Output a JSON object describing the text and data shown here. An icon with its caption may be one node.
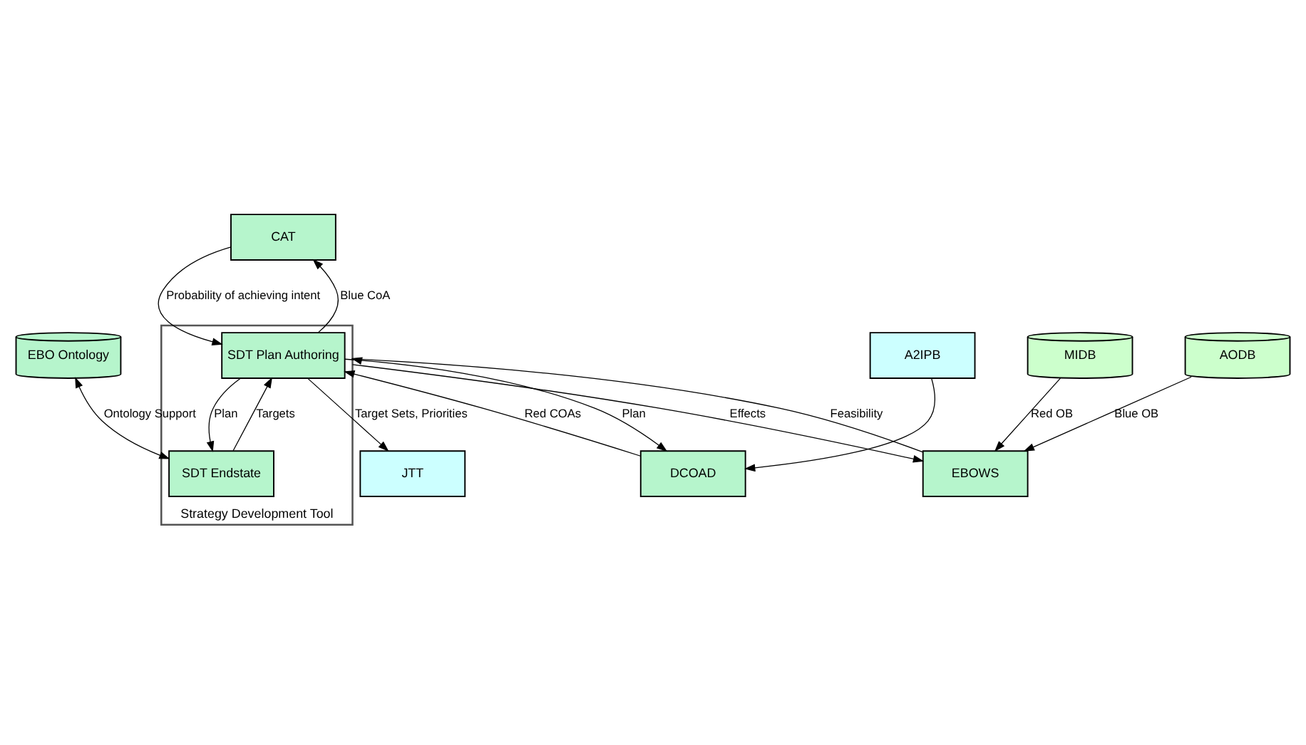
{
  "diagram": {
    "nodes": [
      {
        "text": [
          "JTT"
        ]
      },
      {
        "text": [
          "CAT"
        ]
      },
      {
        "text": [
          "Strategy Development Tool"
        ]
      },
      {
        "text": [
          "SDT Plan Authoring"
        ],
        "in": 2
      },
      {
        "text": [
          "SDT Endstate"
        ],
        "in": 2
      },
      {
        "text": [
          "A2IPB"
        ]
      },
      {
        "text": [
          "DCOAD"
        ]
      },
      {
        "text": [
          "EBOWS"
        ]
      },
      {
        "text": [
          "EBO Ontology"
        ]
      },
      {
        "text": [
          "MIDB"
        ]
      },
      {
        "text": [
          "AODB"
        ]
      }
    ],
    "edges": [
      {
        "from": 3,
        "to": 0,
        "arrow": "to",
        "label": "Target Sets, Priorities"
      },
      {
        "from": 3,
        "to": 1,
        "arrow": "to",
        "label": "Blue CoA"
      },
      {
        "from": 1,
        "to": 3,
        "arrow": "to",
        "label": "Probability of achieving intent"
      },
      {
        "from": 5,
        "to": 6,
        "arrow": "to"
      },
      {
        "from": 6,
        "to": 3,
        "arrow": "to",
        "label": "Red COAs"
      },
      {
        "from": 3,
        "to": 6,
        "arrow": "to",
        "label": "Plan"
      },
      {
        "from": 2,
        "to": 7,
        "arrow": "to",
        "label": "Effects"
      },
      {
        "from": 7,
        "to": 2,
        "arrow": "to",
        "label": "Feasibility"
      },
      {
        "from": 3,
        "to": 4,
        "arrow": "to",
        "label": "Plan"
      },
      {
        "from": 4,
        "to": 3,
        "arrow": "to",
        "label": "Targets"
      },
      {
        "from": 8,
        "to": 4,
        "arrow": "both",
        "label": "Ontology Support"
      },
      {
        "from": 9,
        "to": 7,
        "arrow": "to",
        "label": "Red OB"
      },
      {
        "from": 10,
        "to": 7,
        "arrow": "to",
        "label": "Blue OB"
      }
    ]
  }
}
